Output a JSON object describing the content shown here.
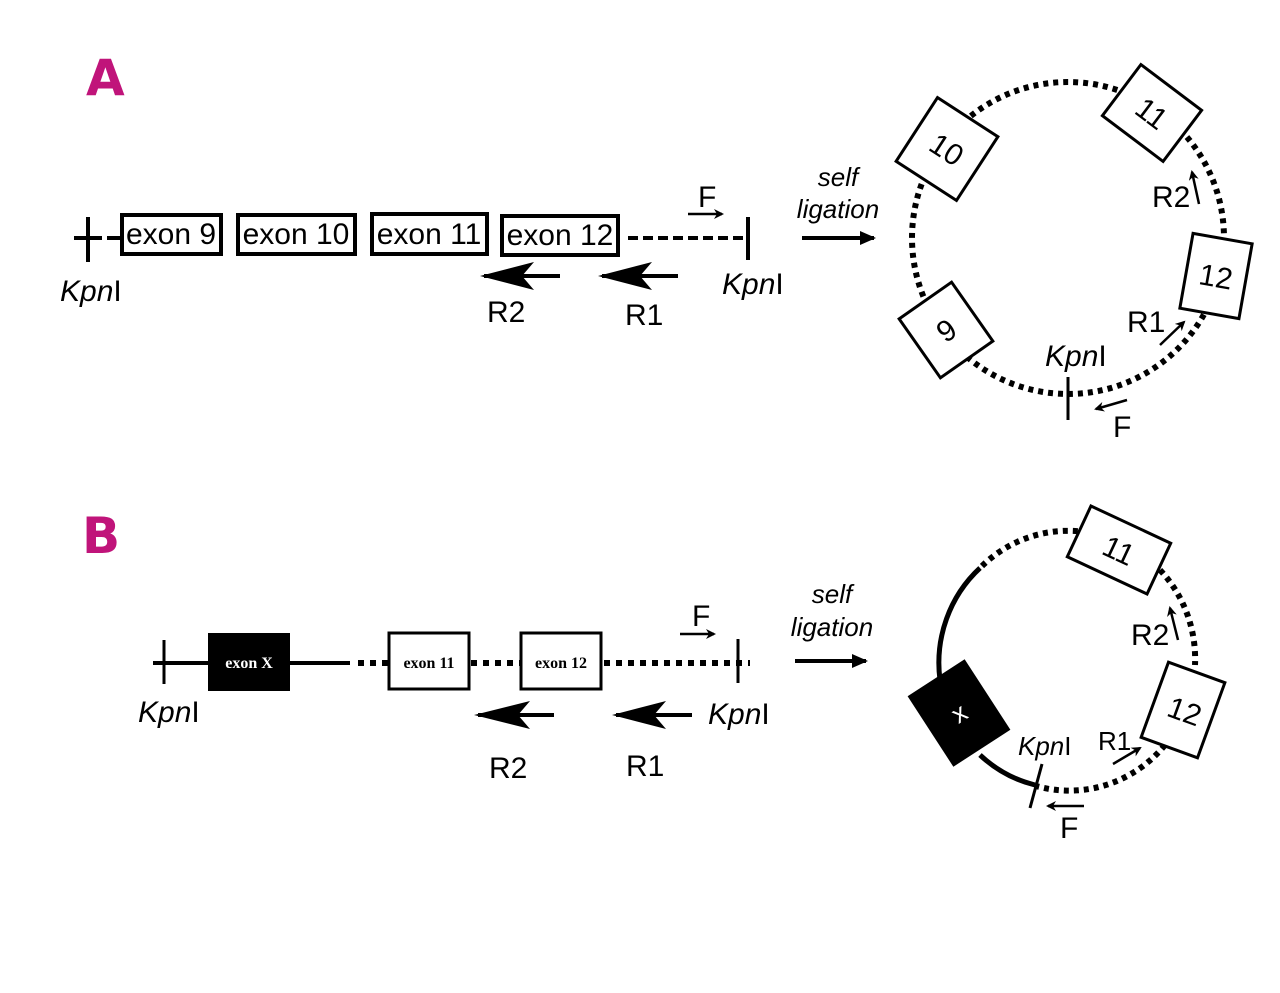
{
  "figure": {
    "accent_color": "#c0147a",
    "panels": [
      {
        "id": "A",
        "label": "A",
        "linear_map": {
          "site_left": "KpnI",
          "site_right": "KpnI",
          "site_italic": "Kpn",
          "site_roman": "I",
          "exons": [
            "exon 9",
            "exon 10",
            "exon 11",
            "exon 12"
          ],
          "primer_forward": "F",
          "primer_r1": "R1",
          "primer_r2": "R2"
        },
        "process": {
          "line1": "self",
          "line2": "ligation"
        },
        "circle": {
          "exons": [
            "10",
            "11",
            "12",
            "9"
          ],
          "site": "KpnI",
          "primer_forward": "F",
          "primer_r1": "R1",
          "primer_r2": "R2"
        }
      },
      {
        "id": "B",
        "label": "B",
        "linear_map": {
          "site_left": "KpnI",
          "site_right": "KpnI",
          "site_italic": "Kpn",
          "site_roman": "I",
          "exons": [
            "exon X",
            "exon 11",
            "exon 12"
          ],
          "primer_forward": "F",
          "primer_r1": "R1",
          "primer_r2": "R2"
        },
        "process": {
          "line1": "self",
          "line2": "ligation"
        },
        "circle": {
          "exons": [
            "11",
            "12",
            "x"
          ],
          "site": "KpnI",
          "primer_forward": "F",
          "primer_r1": "R1",
          "primer_r2": "R2"
        }
      }
    ]
  }
}
